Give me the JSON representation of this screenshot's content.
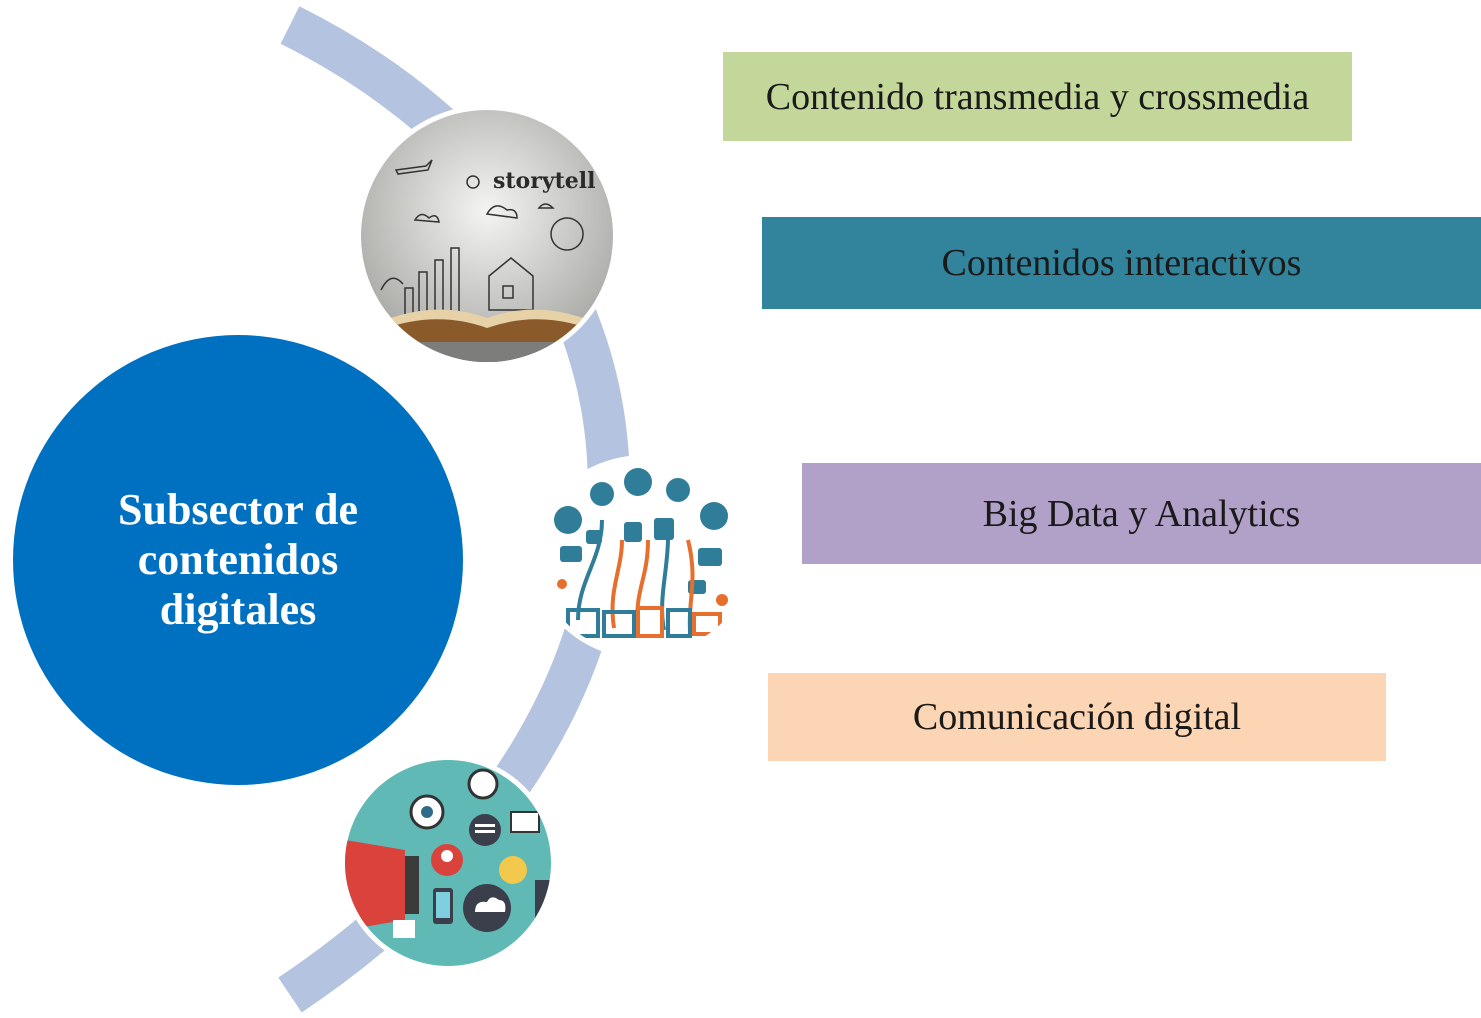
{
  "hub": {
    "title": "Subsector de contenidos digitales",
    "color": "#0070c0"
  },
  "arc": {
    "color": "#b4c3df"
  },
  "photos": [
    {
      "name": "storytelling-photo",
      "caption": "storytell"
    },
    {
      "name": "big-data-network-illustration"
    },
    {
      "name": "digital-communication-illustration"
    }
  ],
  "items": [
    {
      "label": "Contenido transmedia y crossmedia",
      "color": "#c4d79b"
    },
    {
      "label": "Contenidos interactivos",
      "color": "#31849b"
    },
    {
      "label": "Big Data y Analytics",
      "color": "#b1a0c7"
    },
    {
      "label": "Comunicación digital",
      "color": "#fcd5b4"
    }
  ]
}
